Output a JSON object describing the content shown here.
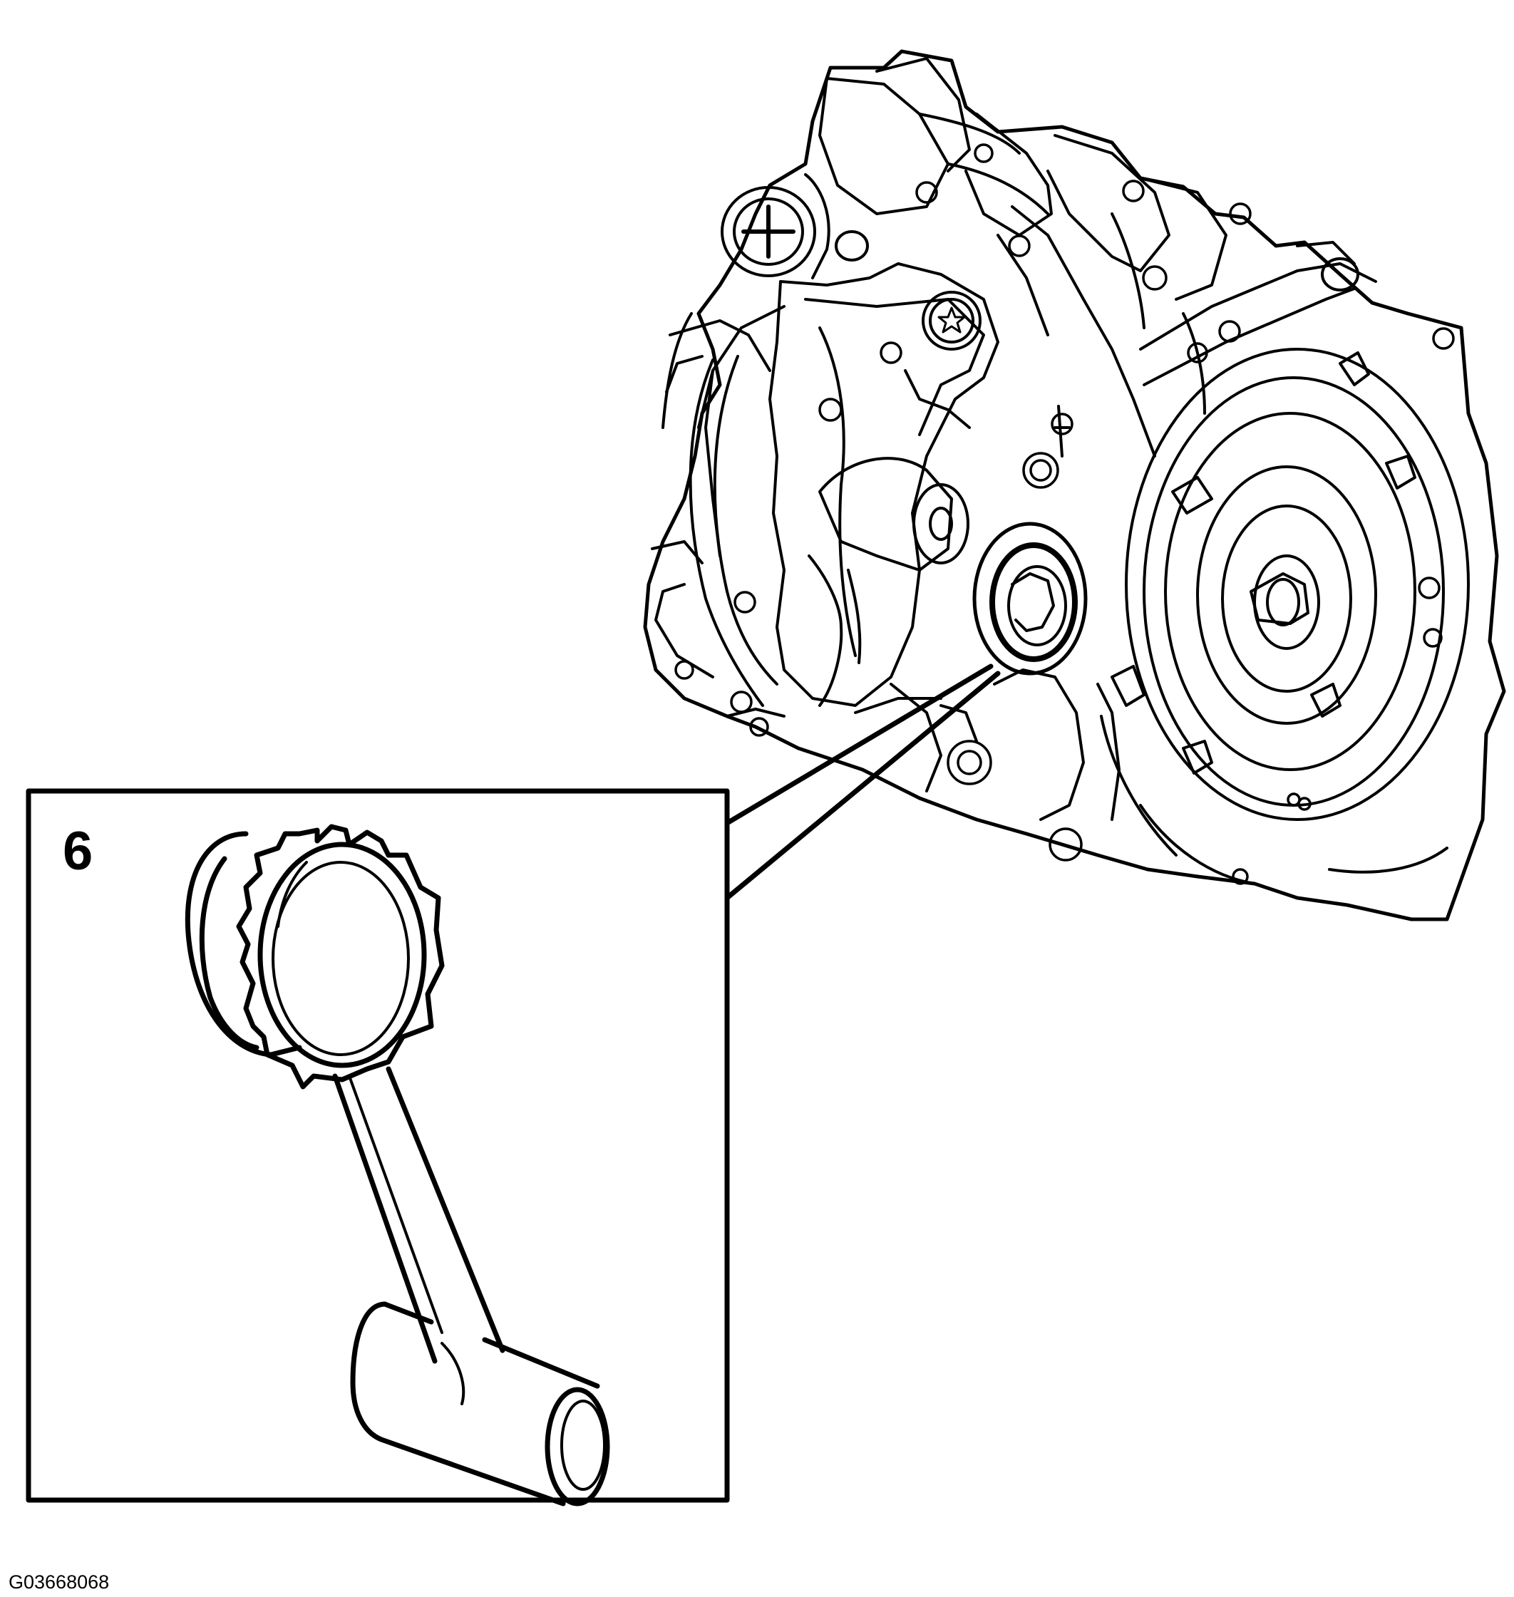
{
  "figure": {
    "callout_label": "6",
    "figure_code": "G03668068"
  },
  "colors": {
    "ink": "#000000",
    "paper": "#ffffff"
  },
  "icons": {
    "main_illustration": "transmission-assembly-illustration",
    "detail_illustration": "seal-installer-tool-illustration"
  }
}
